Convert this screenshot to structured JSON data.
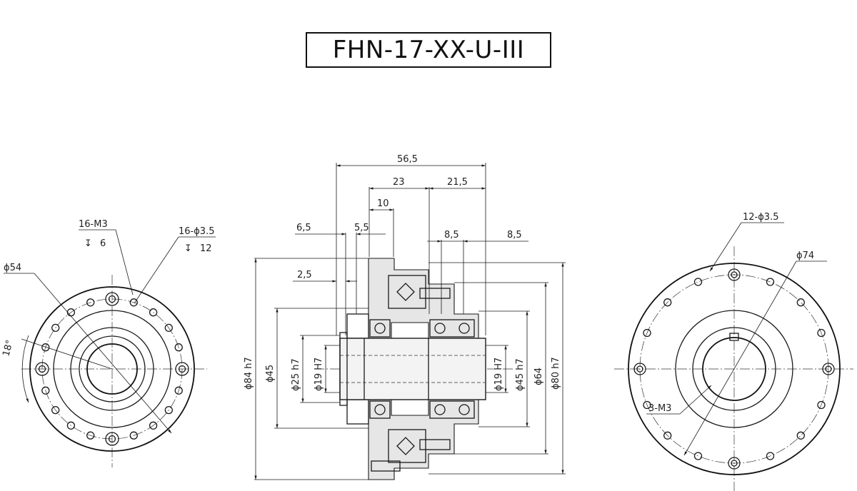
{
  "title": "FHN-17-XX-U-III",
  "left_view": {
    "callout_tapped": "16-M3",
    "callout_tapped_depth": "6",
    "callout_holes": "16-ϕ3.5",
    "callout_holes_depth": "12",
    "pcd": "ϕ54",
    "angle": "18°"
  },
  "section_view": {
    "overall_length": "56,5",
    "length_23": "23",
    "length_21_5": "21,5",
    "length_10": "10",
    "length_6_5": "6,5",
    "length_5_5": "5,5",
    "length_8_5_a": "8,5",
    "length_8_5_b": "8,5",
    "length_2_5": "2,5",
    "dia_84": "ϕ84 h7",
    "dia_45_left": "ϕ45",
    "dia_25": "ϕ25 h7",
    "dia_19_left": "ϕ19 H7",
    "dia_19_right": "ϕ19 H7",
    "dia_45_right": "ϕ45 h7",
    "dia_64": "ϕ64",
    "dia_80": "ϕ80 h7"
  },
  "right_view": {
    "callout_holes": "12-ϕ3.5",
    "pcd": "ϕ74",
    "callout_tapped": "3-M3"
  }
}
